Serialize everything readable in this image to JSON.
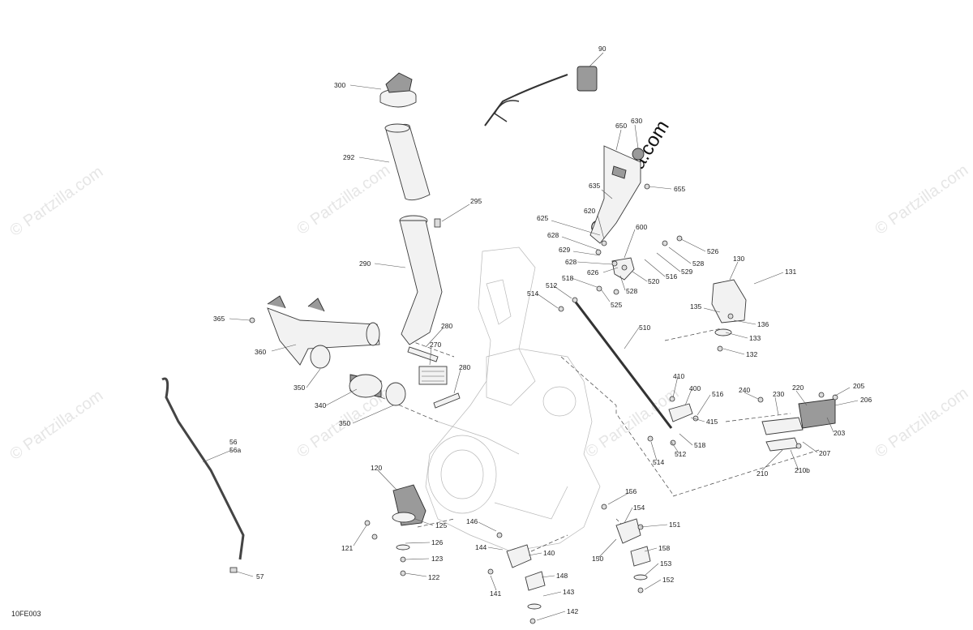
{
  "watermark": {
    "text": "© Partzilla.com"
  },
  "diagram_code": "10FE003",
  "callouts": {
    "c90": "90",
    "c300": "300",
    "c292": "292",
    "c295": "295",
    "c290": "290",
    "c365": "365",
    "c360": "360",
    "c280a": "280",
    "c270": "270",
    "c280b": "280",
    "c350a": "350",
    "c340": "340",
    "c350b": "350",
    "c56": "56",
    "c56a": "56a",
    "c57": "57",
    "c650": "650",
    "c630": "630",
    "c635": "635",
    "c655": "655",
    "c620": "620",
    "c625": "625",
    "c628a": "628",
    "c629": "629",
    "c628b": "628",
    "c600": "600",
    "c526a": "526",
    "c528a": "528",
    "c529": "529",
    "c626": "626",
    "c516a": "516",
    "c520": "520",
    "c528b": "528",
    "c514a": "514",
    "c512a": "512",
    "c518a": "518",
    "c525": "525",
    "c510": "510",
    "c130": "130",
    "c131": "131",
    "c135": "135",
    "c136": "136",
    "c133": "133",
    "c132": "132",
    "c410": "410",
    "c400": "400",
    "c516b": "516",
    "c415": "415",
    "c518b": "518",
    "c512b": "512",
    "c514b": "514",
    "c240": "240",
    "c230": "230",
    "c220": "220",
    "c205": "205",
    "c206": "206",
    "c203": "203",
    "c207": "207",
    "c210": "210",
    "c210b": "210b",
    "c120": "120",
    "c125": "125",
    "c121": "121",
    "c126": "126",
    "c123": "123",
    "c122": "122",
    "c146": "146",
    "c144": "144",
    "c140": "140",
    "c148": "148",
    "c141": "141",
    "c143": "143",
    "c142": "142",
    "c156": "156",
    "c154": "154",
    "c151": "151",
    "c150": "150",
    "c158": "158",
    "c153": "153",
    "c152": "152"
  }
}
